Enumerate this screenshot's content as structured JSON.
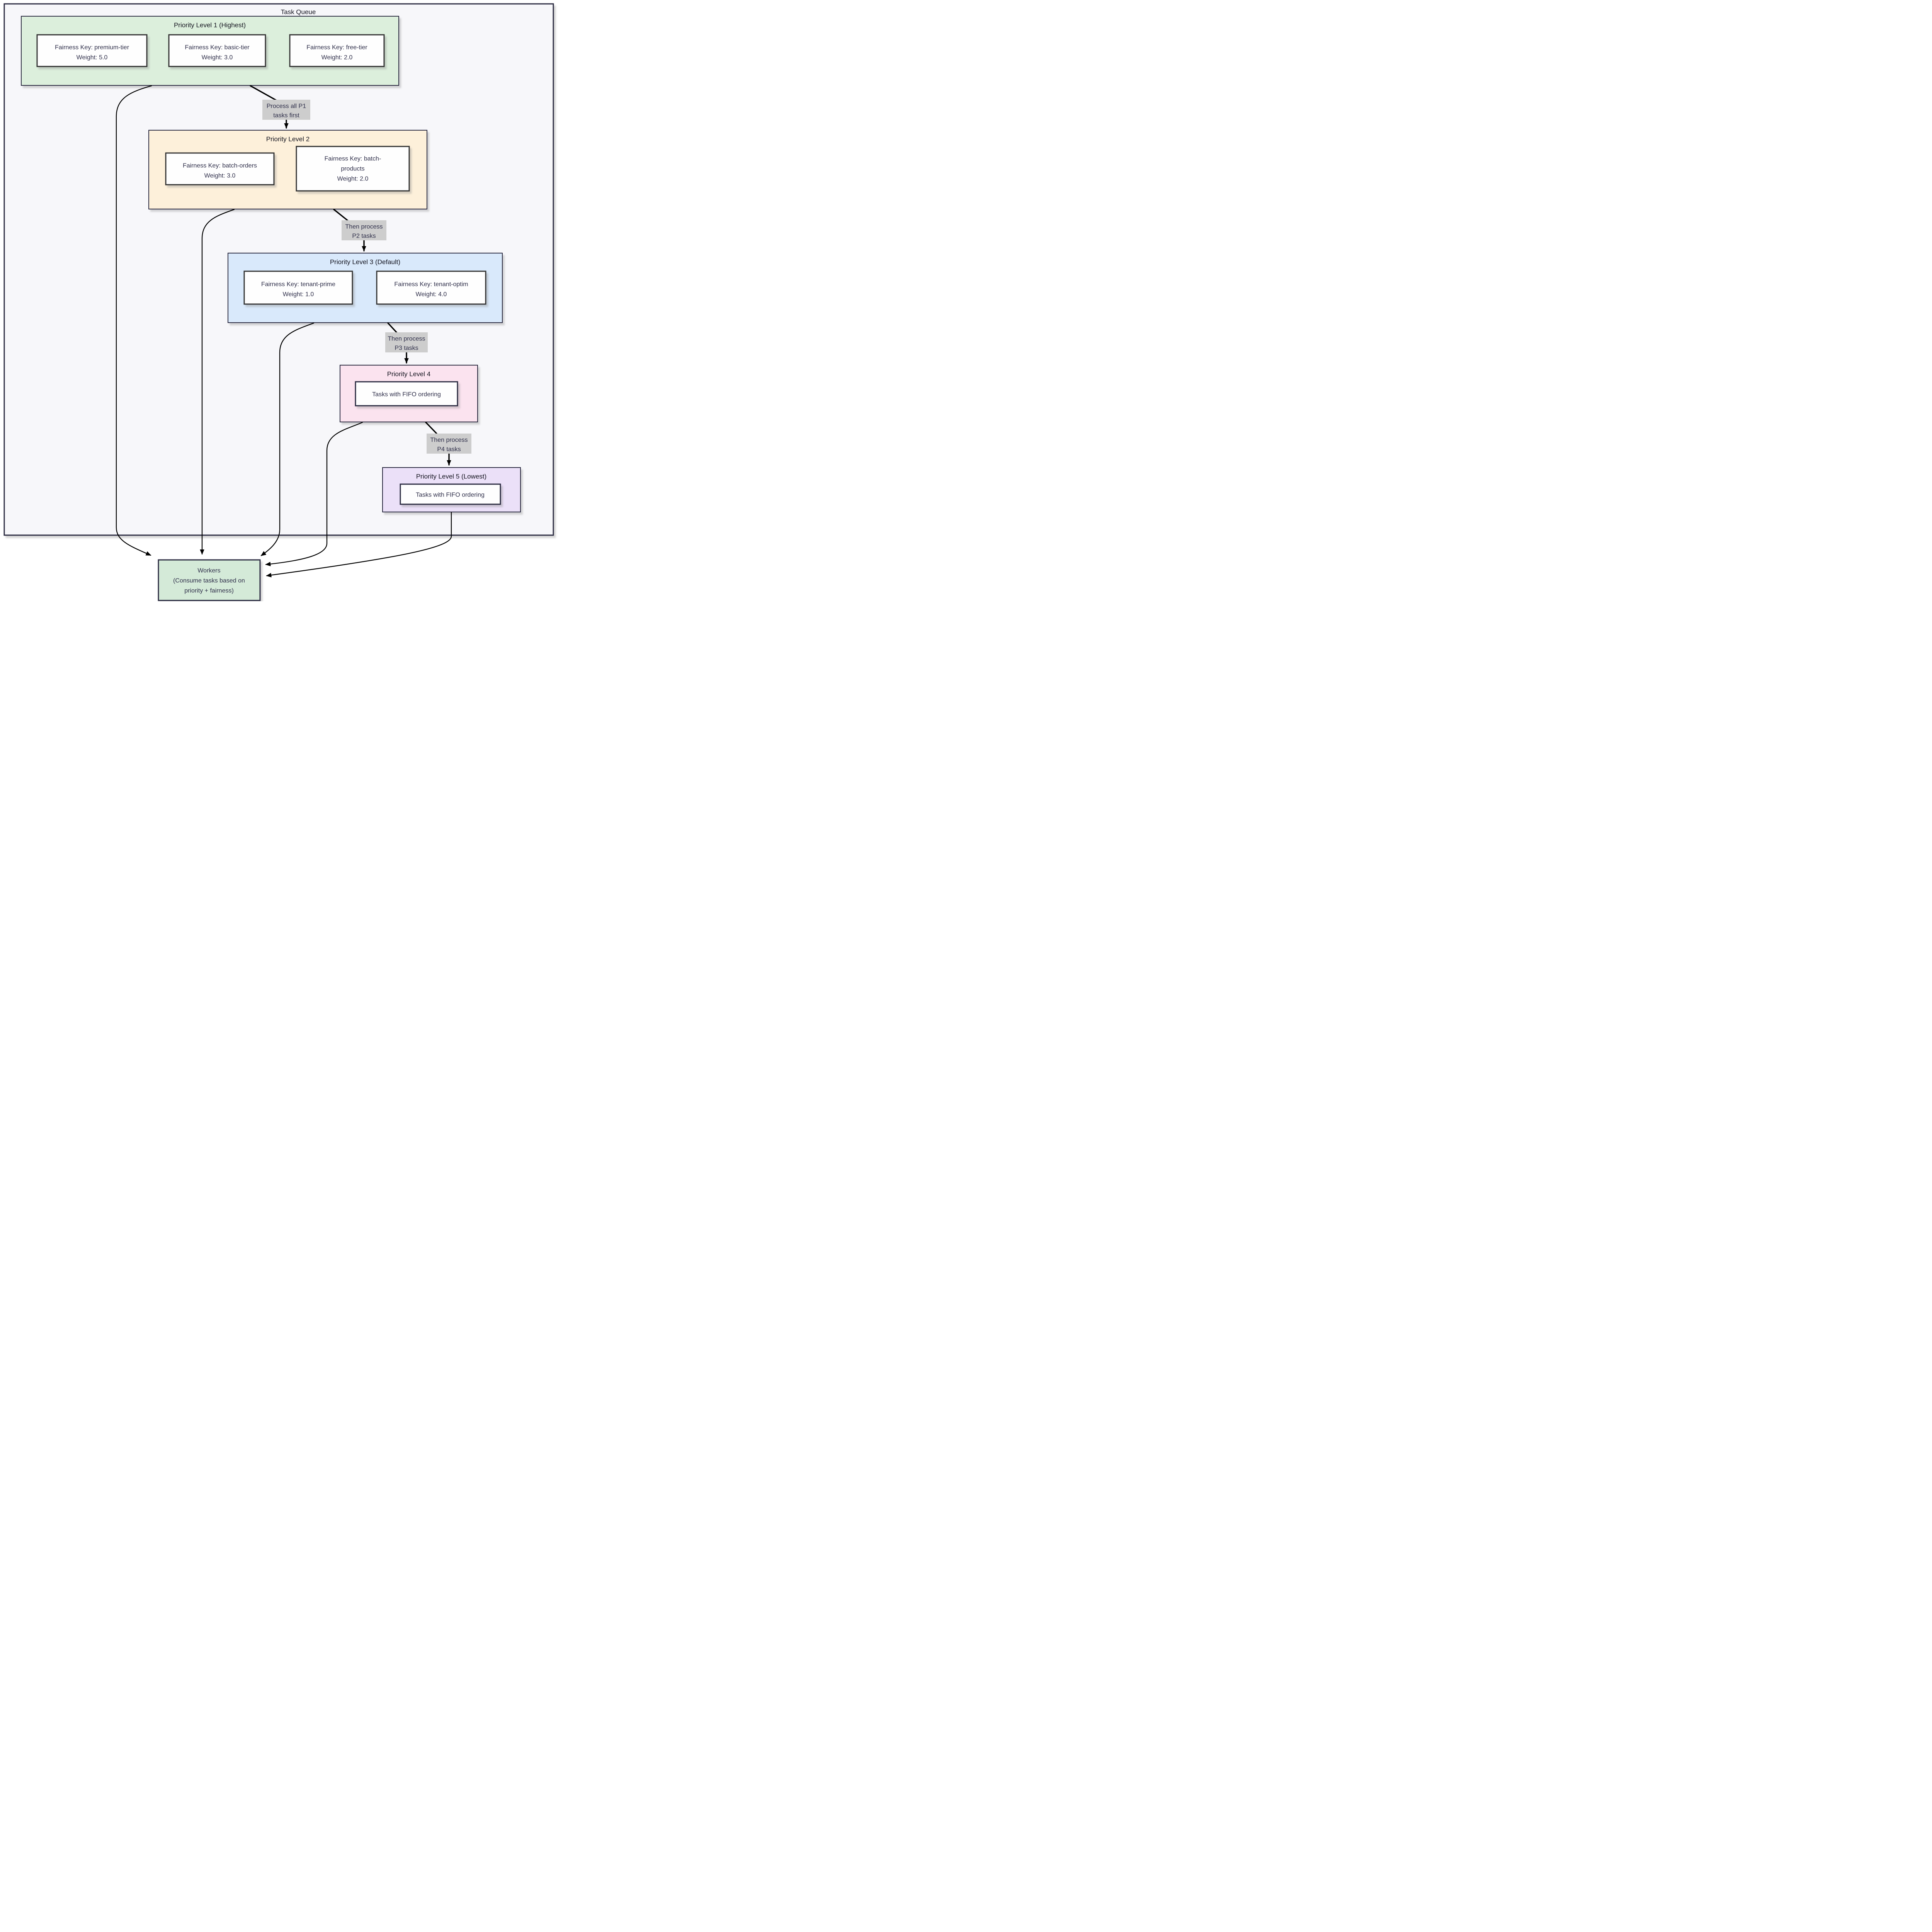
{
  "title": "Task Queue",
  "clusters": {
    "p1": {
      "title": "Priority Level 1 (Highest)",
      "nodes": [
        {
          "lines": [
            "Fairness Key: premium-tier",
            "Weight: 5.0"
          ]
        },
        {
          "lines": [
            "Fairness Key: basic-tier",
            "Weight: 3.0"
          ]
        },
        {
          "lines": [
            "Fairness Key: free-tier",
            "Weight: 2.0"
          ]
        }
      ]
    },
    "p2": {
      "title": "Priority Level 2",
      "nodes": [
        {
          "lines": [
            "Fairness Key: batch-orders",
            "Weight: 3.0"
          ]
        },
        {
          "lines": [
            "Fairness Key: batch-",
            "products",
            "Weight: 2.0"
          ]
        }
      ]
    },
    "p3": {
      "title": "Priority Level 3 (Default)",
      "nodes": [
        {
          "lines": [
            "Fairness Key: tenant-prime",
            "Weight: 1.0"
          ]
        },
        {
          "lines": [
            "Fairness Key: tenant-optim",
            "Weight: 4.0"
          ]
        }
      ]
    },
    "p4": {
      "title": "Priority Level 4",
      "nodes": [
        {
          "lines": [
            "Tasks with FIFO ordering"
          ]
        }
      ]
    },
    "p5": {
      "title": "Priority Level 5 (Lowest)",
      "nodes": [
        {
          "lines": [
            "Tasks with FIFO ordering"
          ]
        }
      ]
    }
  },
  "edges": {
    "labels": [
      {
        "lines": [
          "Process all P1",
          "tasks first"
        ]
      },
      {
        "lines": [
          "Then process",
          "P2 tasks"
        ]
      },
      {
        "lines": [
          "Then process",
          "P3 tasks"
        ]
      },
      {
        "lines": [
          "Then process",
          "P4 tasks"
        ]
      }
    ]
  },
  "workers": {
    "lines": [
      "Workers",
      "(Consume tasks based on",
      "priority + fairness)"
    ]
  },
  "colors": {
    "container_bg": "#f7f7fa",
    "p1": "#dcefdc",
    "p2": "#fdf0da",
    "p3": "#d9e9fb",
    "p4": "#fbe3ef",
    "p5": "#ebe0f8",
    "workers": "#d4ead8",
    "node_bg": "#fefefe",
    "label_bg": "#cdcdcd",
    "border": "#2b2b40",
    "node_border": "#333333",
    "arrow": "#000000",
    "text": "#2f2f4a"
  }
}
